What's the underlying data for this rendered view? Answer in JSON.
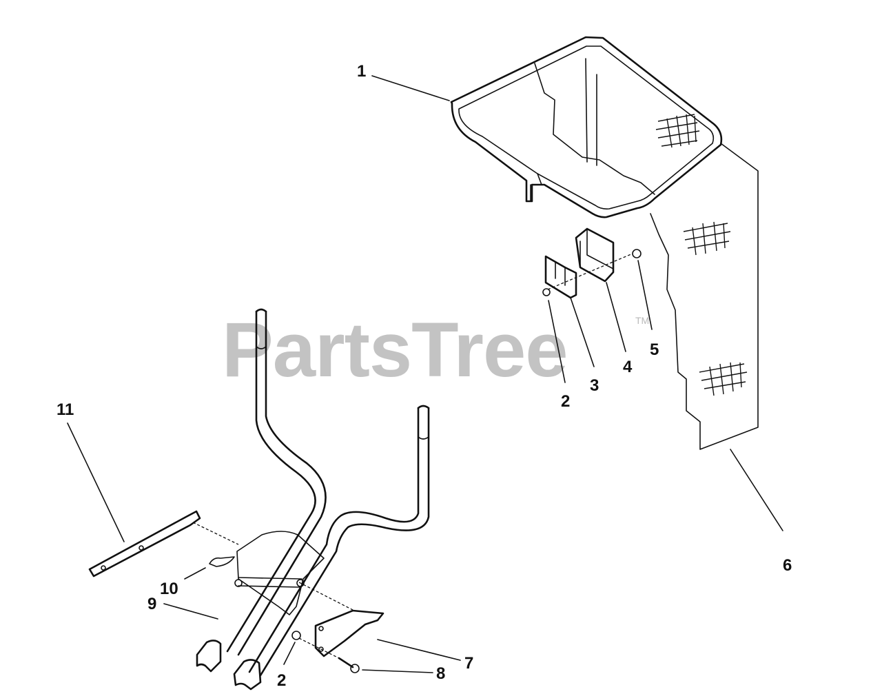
{
  "watermark": {
    "text": "PartsTree",
    "trademark": "TM"
  },
  "callouts": {
    "c1": "1",
    "c2a": "2",
    "c3": "3",
    "c4": "4",
    "c5": "5",
    "c6": "6",
    "c11": "11",
    "c10": "10",
    "c9": "9",
    "c2b": "2",
    "c7": "7",
    "c8": "8"
  }
}
